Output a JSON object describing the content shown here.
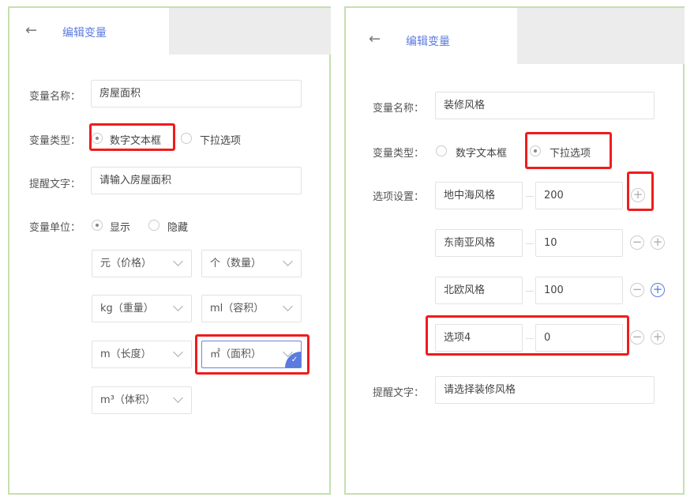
{
  "left": {
    "header": {
      "title": "编辑变量"
    },
    "name": {
      "label": "变量名称：",
      "value": "房屋面积"
    },
    "type": {
      "label": "变量类型：",
      "options": [
        "数字文本框",
        "下拉选项"
      ],
      "selected": "数字文本框"
    },
    "prompt": {
      "label": "提醒文字：",
      "value": "请输入房屋面积"
    },
    "unit": {
      "label": "变量单位：",
      "options": [
        "显示",
        "隐藏"
      ],
      "selected": "显示",
      "units": [
        "元（价格）",
        "个（数量）",
        "kg（重量）",
        "ml（容积）",
        "m（长度）",
        "㎡（面积）",
        "m³（体积）"
      ],
      "selected_unit": "㎡（面积）"
    }
  },
  "right": {
    "header": {
      "title": "编辑变量"
    },
    "name": {
      "label": "变量名称：",
      "value": "装修风格"
    },
    "type": {
      "label": "变量类型：",
      "options": [
        "数字文本框",
        "下拉选项"
      ],
      "selected": "下拉选项"
    },
    "options": {
      "label": "选项设置：",
      "rows": [
        {
          "name": "地中海风格",
          "value": "200"
        },
        {
          "name": "东南亚风格",
          "value": "10"
        },
        {
          "name": "北欧风格",
          "value": "100"
        },
        {
          "name": "选项4",
          "value": "0"
        }
      ]
    },
    "prompt": {
      "label": "提醒文字：",
      "value": "请选择装修风格"
    }
  },
  "colors": {
    "accent": "#5b7be0",
    "highlight": "#f01c1c",
    "border": "#c5e0b0"
  }
}
